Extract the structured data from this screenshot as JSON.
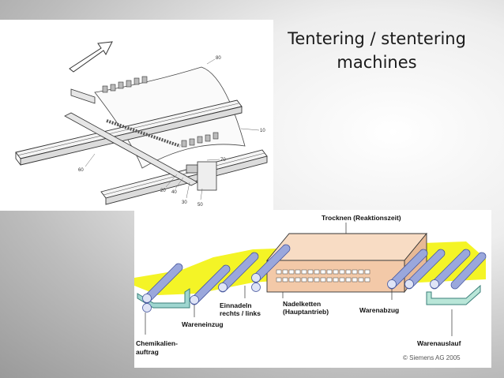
{
  "slide": {
    "title": "Tentering / stentering machines"
  },
  "top_figure": {
    "part_numbers": [
      "80",
      "10",
      "70",
      "60",
      "20",
      "40",
      "30",
      "50"
    ]
  },
  "bottom_figure": {
    "labels": {
      "drying": "Trocknen (Reaktionszeit)",
      "needle_chains": "Nadelketten",
      "main_drive": "(Hauptantrieb)",
      "fabric_takeoff": "Warenabzug",
      "pinning_1": "Einnadeln",
      "pinning_2": "rechts / links",
      "fabric_infeed": "Wareneinzug",
      "chemical_1": "Chemikalien-",
      "chemical_2": "auftrag",
      "fabric_outlet": "Warenauslauf",
      "copyright": "© Siemens AG 2005"
    },
    "colors": {
      "fabric": "#f2f200",
      "roller": "#9aa7dc",
      "dryer": "#f3c9a8",
      "bath": "#9fd6d0"
    }
  }
}
